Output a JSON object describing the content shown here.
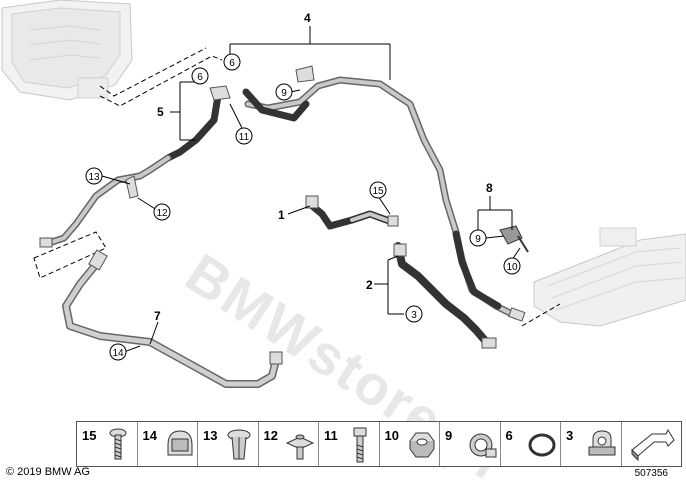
{
  "callouts": {
    "c1": "1",
    "c2": "2",
    "c3": "3",
    "c4": "4",
    "c5": "5",
    "c6a": "6",
    "c6b": "6",
    "c7": "7",
    "c8": "8",
    "c9a": "9",
    "c9b": "9",
    "c10": "10",
    "c11": "11",
    "c12": "12",
    "c13": "13",
    "c14": "14",
    "c15": "15"
  },
  "legend": [
    {
      "number": "15",
      "icon": "screw-icon"
    },
    {
      "number": "14",
      "icon": "hose-clamp-icon"
    },
    {
      "number": "13",
      "icon": "expanding-rivet-icon"
    },
    {
      "number": "12",
      "icon": "push-nut-icon"
    },
    {
      "number": "11",
      "icon": "bolt-icon"
    },
    {
      "number": "10",
      "icon": "hex-nut-icon"
    },
    {
      "number": "9",
      "icon": "pipe-clip-icon"
    },
    {
      "number": "6",
      "icon": "o-ring-icon"
    },
    {
      "number": "3",
      "icon": "clamp-icon"
    },
    {
      "number": "",
      "icon": "direction-arrow-icon"
    }
  ],
  "footer": {
    "copyright": "© 2019 BMW AG",
    "image_number": "507356"
  },
  "watermark": "BMWstore.pl"
}
